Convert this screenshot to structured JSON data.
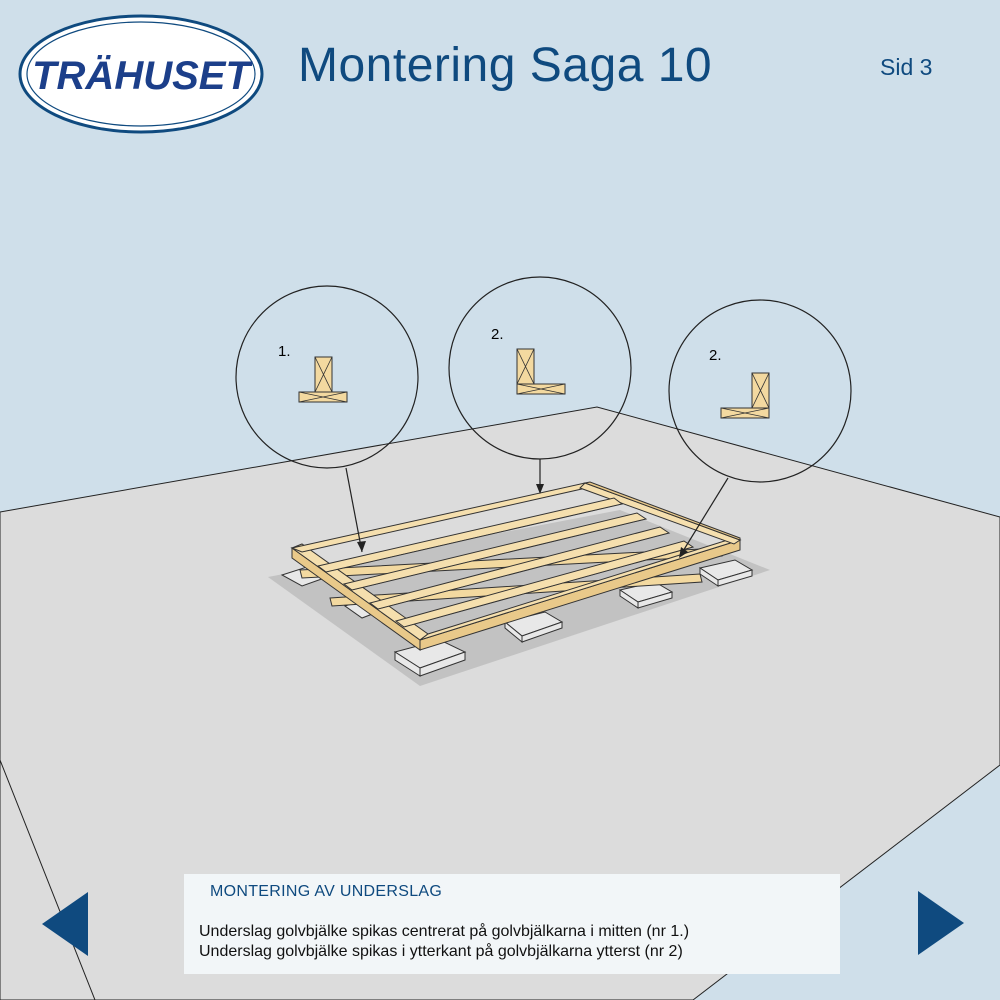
{
  "header": {
    "logo_text": "TRÄHUSET",
    "title": "Montering Saga 10",
    "page_label": "Sid 3"
  },
  "diagram": {
    "callouts": [
      {
        "label": "1.",
        "joint": "centered"
      },
      {
        "label": "2.",
        "joint": "corner-left"
      },
      {
        "label": "2.",
        "joint": "corner-right"
      }
    ]
  },
  "info": {
    "heading": "MONTERING AV UNDERSLAG",
    "line1": "Underslag golvbjälke spikas centrerat på golvbjälkarna i mitten (nr 1.)",
    "line2": "Underslag golvbjälke spikas i ytterkant på golvbjälkarna ytterst (nr 2)"
  },
  "nav": {
    "prev_icon": "triangle-left-icon",
    "next_icon": "triangle-right-icon",
    "color": "#0f4a7f"
  },
  "colors": {
    "background": "#cfdfea",
    "ground": "#dcdcdc",
    "wood": "#f3d9a0",
    "brand": "#0f4a7f"
  }
}
